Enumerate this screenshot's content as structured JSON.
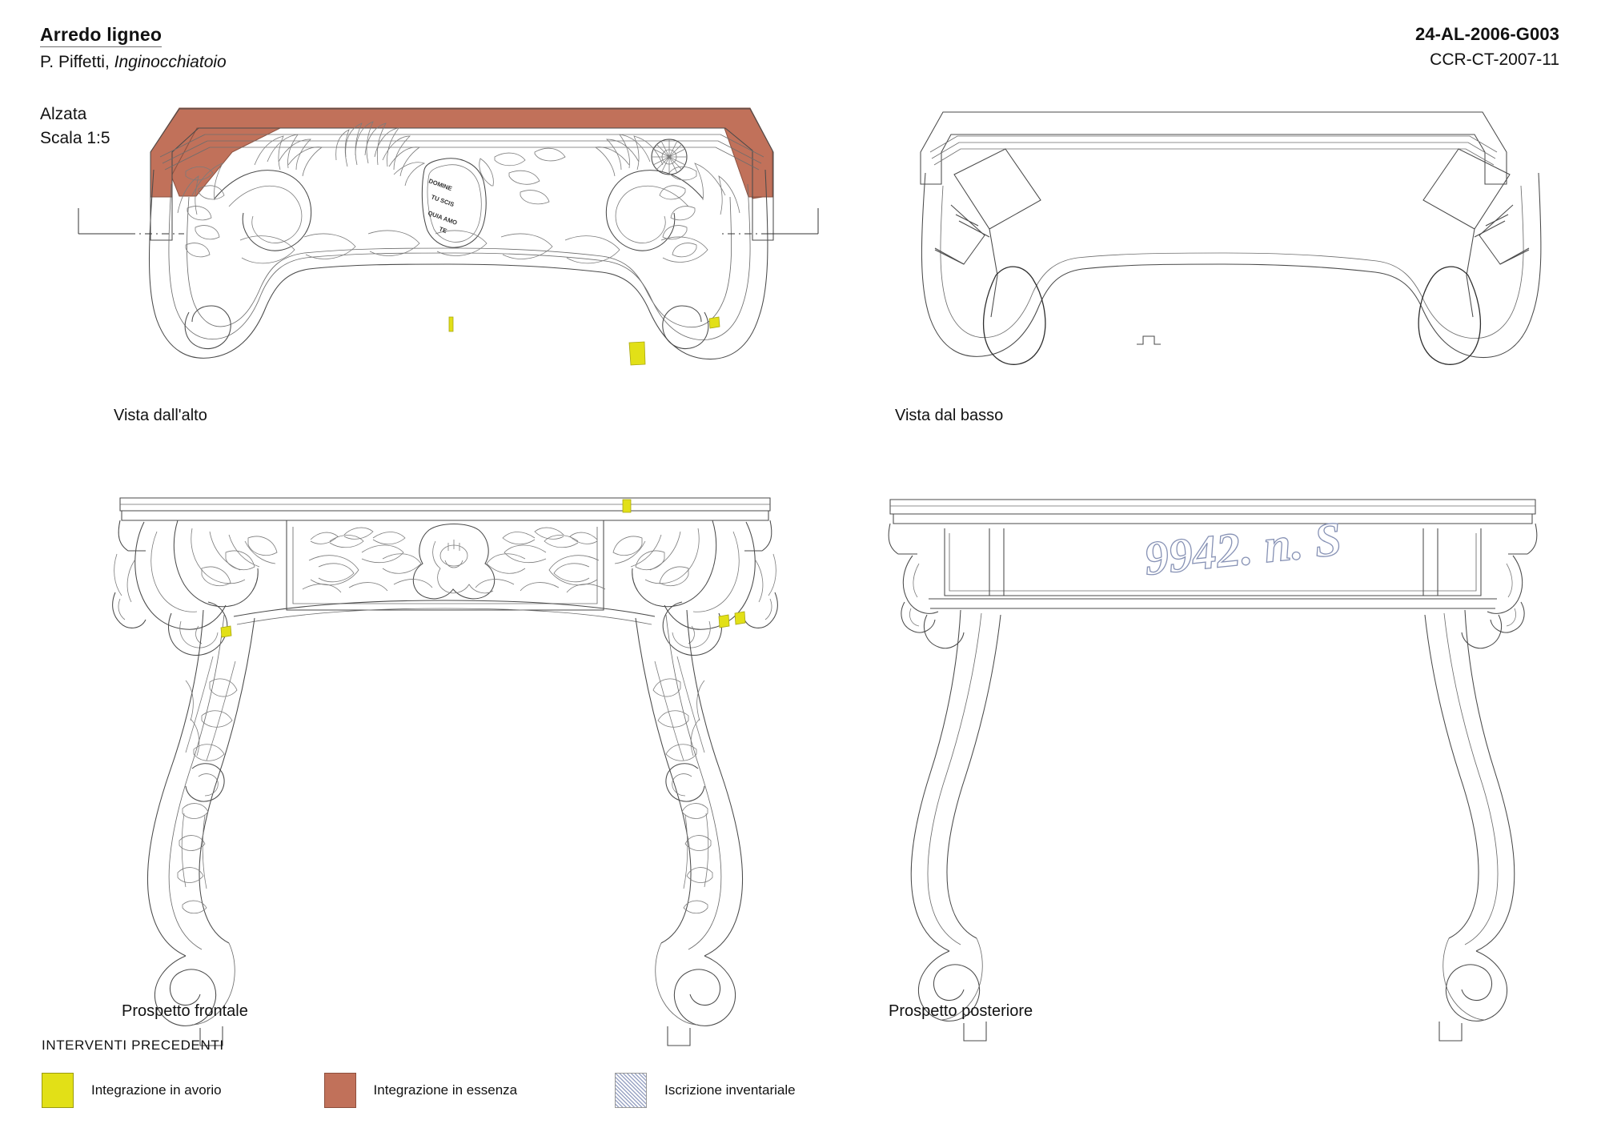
{
  "header": {
    "title": "Arredo ligneo",
    "subtitle_author": "P. Piffetti,",
    "subtitle_object": "Inginocchiatoio",
    "doc_code": "24-AL-2006-G003",
    "archive_code": "CCR-CT-2007-11"
  },
  "scale_block": {
    "view_name": "Alzata",
    "scale": "Scala 1:5"
  },
  "views": [
    {
      "id": "top",
      "caption": "Vista dall'alto"
    },
    {
      "id": "bottom",
      "caption": "Vista dal basso"
    },
    {
      "id": "front",
      "caption": "Prospetto frontale"
    },
    {
      "id": "back",
      "caption": "Prospetto posteriore"
    }
  ],
  "captions": {
    "top": "Vista dall'alto",
    "bottom": "Vista dal basso",
    "front": "Prospetto frontale",
    "back": "Prospetto posteriore"
  },
  "legend": {
    "title": "INTERVENTI PRECEDENTI",
    "items": [
      {
        "label": "Integrazione in avorio",
        "color": "#e2e017",
        "pattern": "solid"
      },
      {
        "label": "Integrazione in essenza",
        "color": "#c1715a",
        "pattern": "solid"
      },
      {
        "label": "Iscrizione inventariale",
        "color": "#9aa4c4",
        "pattern": "hatch-45"
      }
    ]
  },
  "inscriptions": {
    "cartouche": [
      "DOMINE",
      "TU SCIS",
      "QUIA AMO",
      "TE"
    ],
    "inventory": "9942. n. S"
  },
  "colors": {
    "wood_integration": "#c1715a",
    "ivory_integration": "#e2e017",
    "inscription_hatch": "#9aa4c4",
    "line": "#4a4a4a",
    "text": "#111111"
  }
}
